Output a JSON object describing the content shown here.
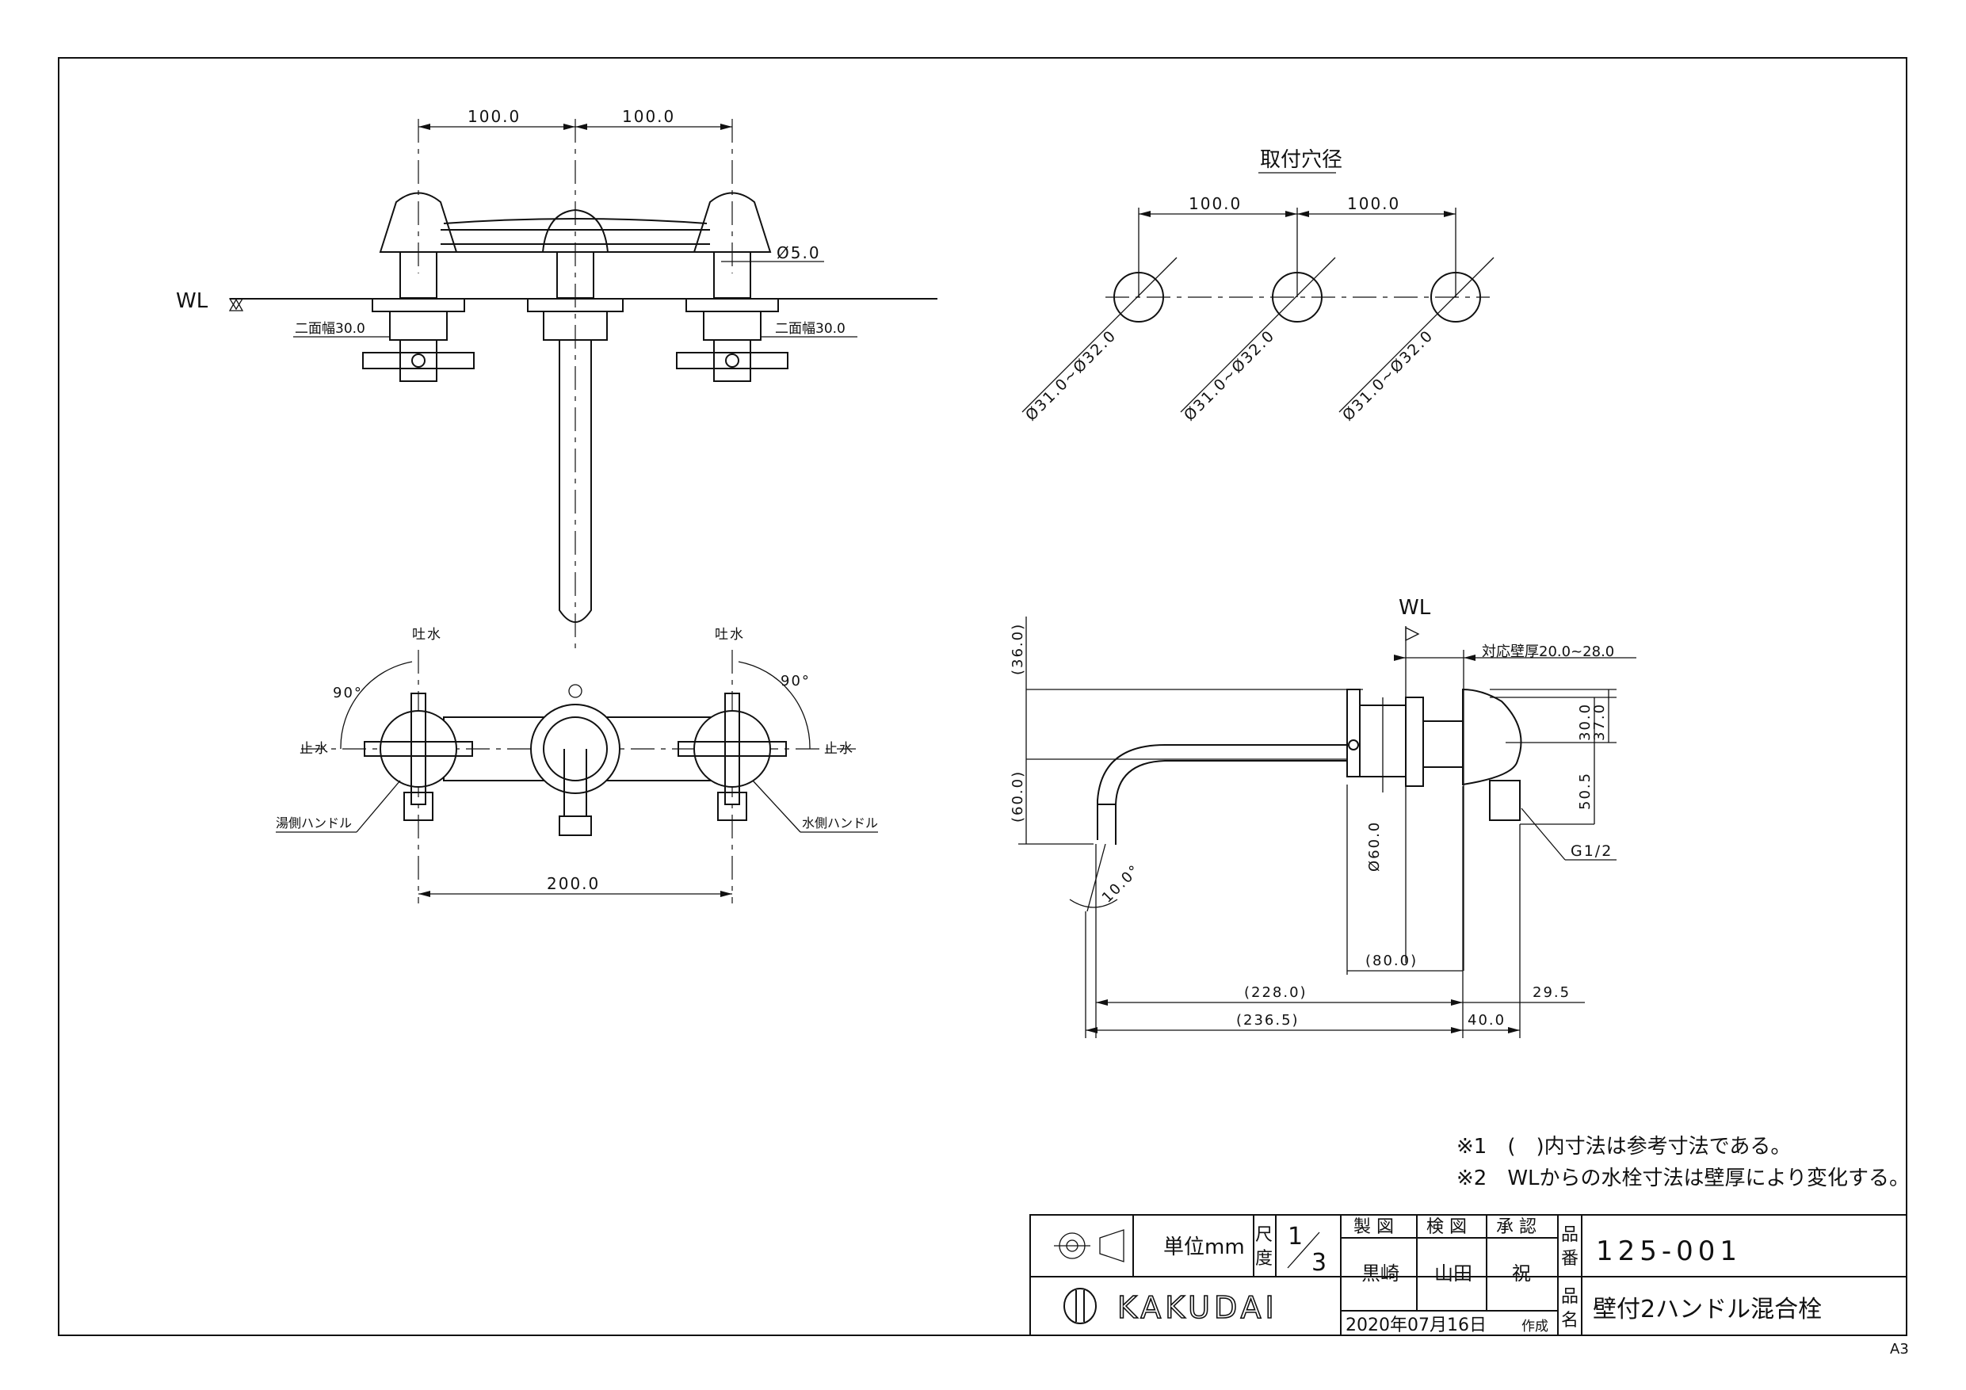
{
  "front_view": {
    "dim_left": "100.0",
    "dim_right": "100.0",
    "dim_hole": "Ø5.0",
    "wl_label": "WL",
    "across_flats_left": "二面幅30.0",
    "across_flats_right": "二面幅30.0"
  },
  "top_view": {
    "spout_left": "吐水",
    "spout_right": "吐水",
    "angle_left": "90°",
    "angle_right": "90°",
    "stop_left": "止水",
    "stop_right": "止水",
    "hot_handle": "湯側ハンドル",
    "cold_handle": "水側ハンドル",
    "dim_total": "200.0"
  },
  "holes_view": {
    "title": "取付穴径",
    "dim_left": "100.0",
    "dim_right": "100.0",
    "hole_dia": [
      "Ø31.0~Ø32.0",
      "Ø31.0~Ø32.0",
      "Ø31.0~Ø32.0"
    ]
  },
  "side_view": {
    "wl_label": "WL",
    "wall_thickness": "対応壁厚20.0~28.0",
    "dim_36": "(36.0)",
    "dim_60_vert": "(60.0)",
    "dim_30": "30.0",
    "dim_37": "37.0",
    "dim_505": "50.5",
    "dim_dia60": "Ø60.0",
    "thread": "G1/2",
    "angle": "10.0°",
    "dim_80": "(80.0)",
    "dim_228": "(228.0)",
    "dim_295": "29.5",
    "dim_2365": "(236.5)",
    "dim_40": "40.0"
  },
  "notes": [
    "※1　(　)内寸法は参考寸法である。",
    "※2　WLからの水栓寸法は壁厚により変化する。"
  ],
  "title_block": {
    "unit": "単位mm",
    "scale_label_1": "尺",
    "scale_label_2": "度",
    "scale_num": "1",
    "scale_den": "3",
    "made_by_label": "製 図",
    "checked_label": "検 図",
    "approved_label": "承 認",
    "made_by": "黒崎",
    "checked": "山田",
    "approved": "祝",
    "date": "2020年07月16日",
    "created": "作成",
    "brand": "KAKUDAI",
    "part_no_label_1": "品",
    "part_no_label_2": "番",
    "part_no": "125-001",
    "name_label_1": "品",
    "name_label_2": "名",
    "product_name": "壁付2ハンドル混合栓"
  },
  "paper_size": "A3"
}
